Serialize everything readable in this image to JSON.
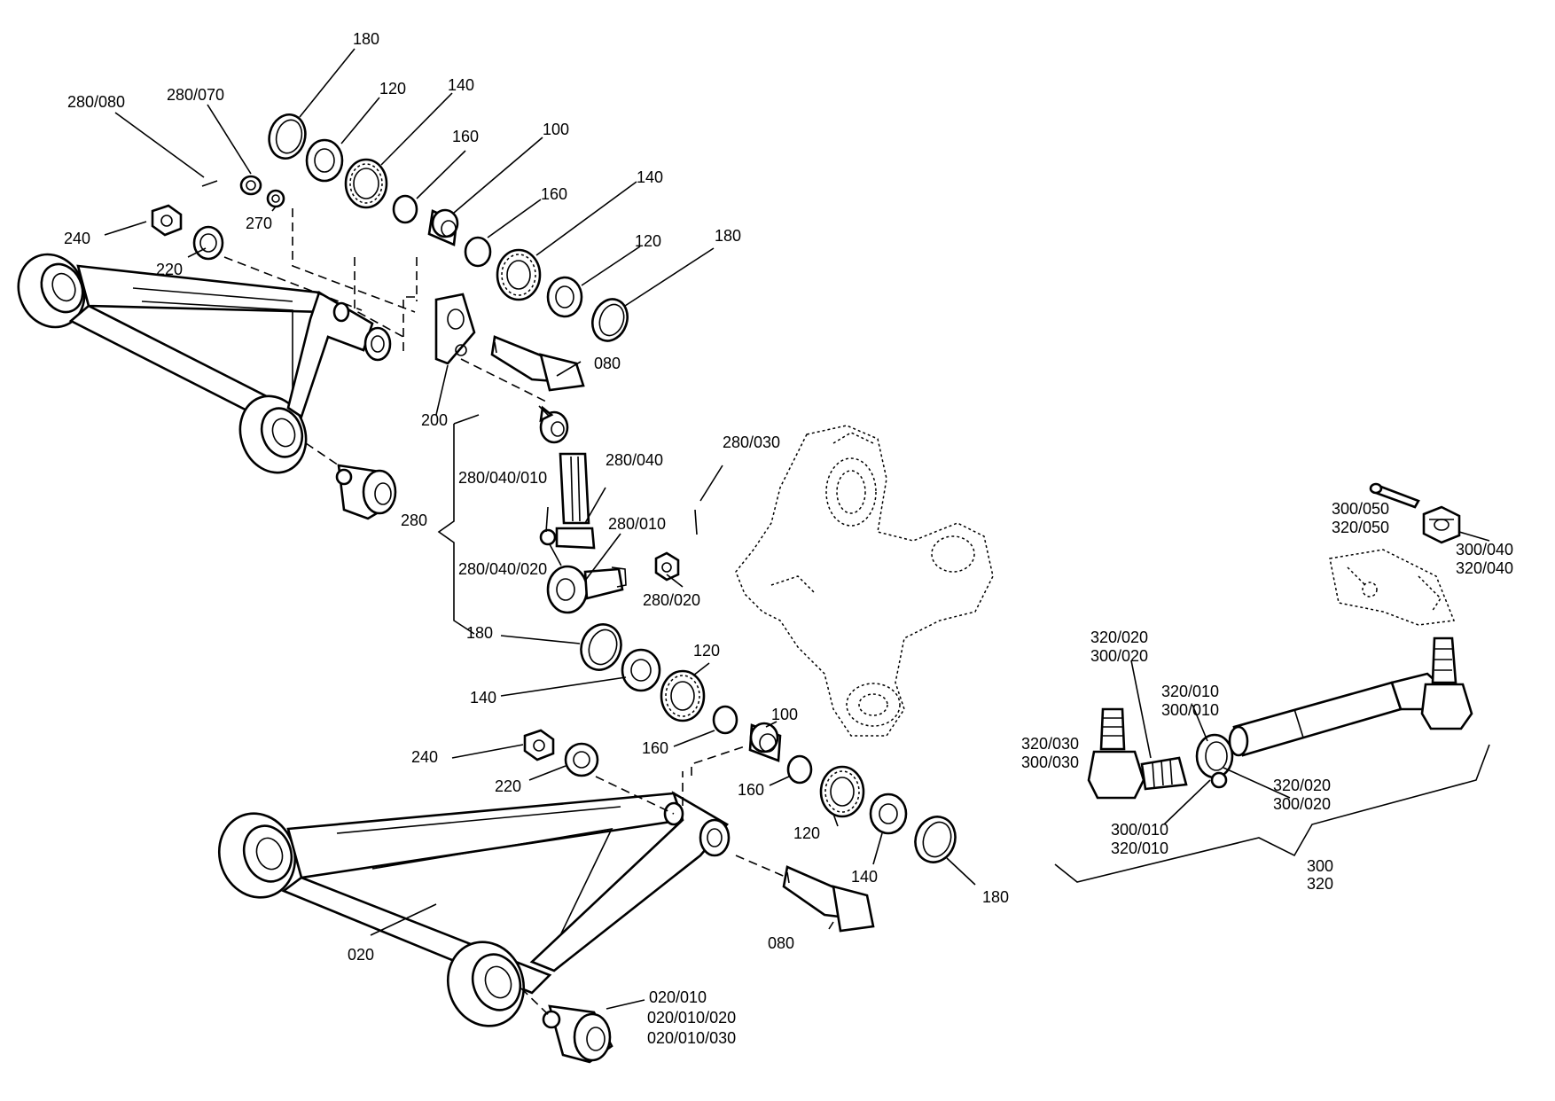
{
  "labels": {
    "l180a": "180",
    "l120a": "120",
    "l140a": "140",
    "l280_080": "280/080",
    "l280_070": "280/070",
    "l160a": "160",
    "l100a": "100",
    "l270": "270",
    "l240a": "240",
    "l220a": "220",
    "l160b": "160",
    "l140b": "140",
    "l120b": "120",
    "l180b": "180",
    "l080a": "080",
    "l200": "200",
    "l280_030": "280/030",
    "l280_040_010": "280/040/010",
    "l280_040": "280/040",
    "l280": "280",
    "l280_010": "280/010",
    "l280_040_020": "280/040/020",
    "l280_020": "280/020",
    "l180c": "180",
    "l120c": "120",
    "l140c": "140",
    "l100b": "100",
    "l160c": "160",
    "l240b": "240",
    "l220b": "220",
    "l160d": "160",
    "l120d": "120",
    "l140d": "140",
    "l180d": "180",
    "l080b": "080",
    "l020": "020",
    "l020_010": "020/010",
    "l020_010_020": "020/010/020",
    "l020_010_030": "020/010/030",
    "l300_050": "300/050",
    "l320_050": "320/050",
    "l300_040": "300/040",
    "l320_040": "320/040",
    "l320_020a": "320/020",
    "l300_020a": "300/020",
    "l320_010a": "320/010",
    "l300_010a": "300/010",
    "l320_030": "320/030",
    "l300_030": "300/030",
    "l320_020b": "320/020",
    "l300_020b": "300/020",
    "l300_010b": "300/010",
    "l320_010b": "320/010",
    "l300": "300",
    "l320": "320"
  }
}
